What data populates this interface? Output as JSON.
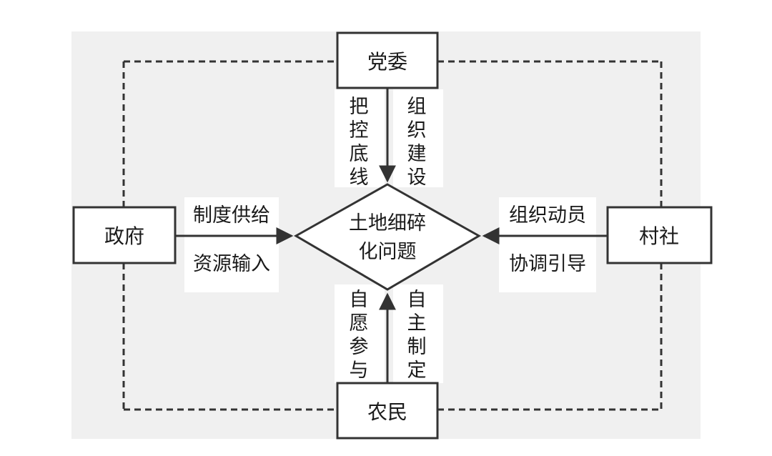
{
  "center": {
    "line1": "土地细碎",
    "line2": "化问题"
  },
  "nodes": {
    "top": "党委",
    "left": "政府",
    "right": "村社",
    "bottom": "农民"
  },
  "labels": {
    "top_left": "把控底线",
    "top_right": "组织建设",
    "left_upper": "制度供给",
    "left_lower": "资源输入",
    "right_upper": "组织动员",
    "right_lower": "协调引导",
    "bottom_left": "自愿参与",
    "bottom_right": "自主制定"
  },
  "colors": {
    "line": "#333333",
    "box_fill": "#ffffff",
    "label_bg": "#ffffff",
    "panel": "#f0f0f0"
  }
}
